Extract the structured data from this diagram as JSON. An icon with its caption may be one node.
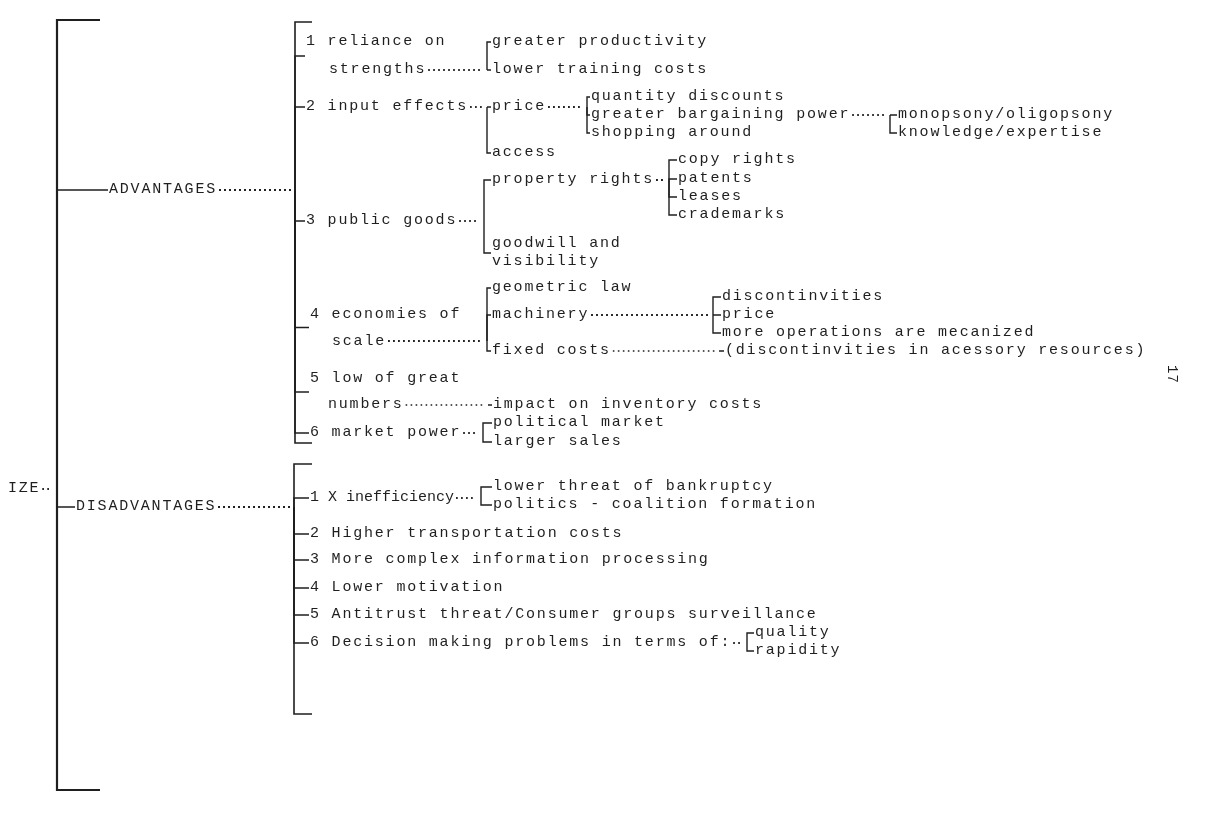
{
  "diagram": {
    "nodes": [
      {
        "text": [
          "IZE"
        ]
      },
      {
        "text": [
          "ADVANTAGES"
        ]
      },
      {
        "text": [
          "1 reliance on strengths"
        ]
      },
      {
        "text": [
          "greater productivity"
        ]
      },
      {
        "text": [
          "lower training costs"
        ]
      },
      {
        "text": [
          "2 input effects"
        ]
      },
      {
        "text": [
          "price"
        ]
      },
      {
        "text": [
          "quantity discounts"
        ]
      },
      {
        "text": [
          "greater bargaining power"
        ]
      },
      {
        "text": [
          "shopping around"
        ]
      },
      {
        "text": [
          "monopsony/oligopsony"
        ]
      },
      {
        "text": [
          "knowledge/expertise"
        ]
      },
      {
        "text": [
          "access"
        ]
      },
      {
        "text": [
          "3 public goods"
        ]
      },
      {
        "text": [
          "property rights"
        ]
      },
      {
        "text": [
          "copy rights"
        ]
      },
      {
        "text": [
          "patents"
        ]
      },
      {
        "text": [
          "leases"
        ]
      },
      {
        "text": [
          "crademarks"
        ]
      },
      {
        "text": [
          "goodwill and visibility"
        ]
      },
      {
        "text": [
          "4 economies of scale"
        ]
      },
      {
        "text": [
          "geometric law"
        ]
      },
      {
        "text": [
          "machinery"
        ]
      },
      {
        "text": [
          "discontinvities"
        ]
      },
      {
        "text": [
          "price"
        ]
      },
      {
        "text": [
          "more operations are mecanized"
        ]
      },
      {
        "text": [
          "fixed costs"
        ]
      },
      {
        "text": [
          "(discontinvities in acessory resources)"
        ]
      },
      {
        "text": [
          "5 low of great numbers"
        ]
      },
      {
        "text": [
          "impact on inventory costs"
        ]
      },
      {
        "text": [
          "6 market power"
        ]
      },
      {
        "text": [
          "political market"
        ]
      },
      {
        "text": [
          "larger sales"
        ]
      },
      {
        "text": [
          "DISADVANTAGES"
        ]
      },
      {
        "text": [
          "1 X inefficiency"
        ]
      },
      {
        "text": [
          "lower threat of bankruptcy"
        ]
      },
      {
        "text": [
          "politics - coalition formation"
        ]
      },
      {
        "text": [
          "2 Higher transportation costs"
        ]
      },
      {
        "text": [
          "3 More complex information processing"
        ]
      },
      {
        "text": [
          "4 Lower motivation"
        ]
      },
      {
        "text": [
          "5 Antitrust threat/Consumer groups surveillance"
        ]
      },
      {
        "text": [
          "6 Decision making problems in terms of:"
        ]
      },
      {
        "text": [
          "quality"
        ]
      },
      {
        "text": [
          "rapidity"
        ]
      }
    ],
    "edges": [
      {
        "from": 0,
        "to": 1,
        "arrow": "none"
      },
      {
        "from": 0,
        "to": 33,
        "arrow": "none"
      },
      {
        "from": 1,
        "to": 2,
        "arrow": "none"
      },
      {
        "from": 1,
        "to": 5,
        "arrow": "none"
      },
      {
        "from": 1,
        "to": 13,
        "arrow": "none"
      },
      {
        "from": 1,
        "to": 20,
        "arrow": "none"
      },
      {
        "from": 1,
        "to": 28,
        "arrow": "none"
      },
      {
        "from": 1,
        "to": 30,
        "arrow": "none"
      },
      {
        "from": 2,
        "to": 3,
        "arrow": "none"
      },
      {
        "from": 2,
        "to": 4,
        "arrow": "none"
      },
      {
        "from": 5,
        "to": 6,
        "arrow": "none"
      },
      {
        "from": 5,
        "to": 12,
        "arrow": "none"
      },
      {
        "from": 6,
        "to": 7,
        "arrow": "none"
      },
      {
        "from": 6,
        "to": 8,
        "arrow": "none"
      },
      {
        "from": 6,
        "to": 9,
        "arrow": "none"
      },
      {
        "from": 8,
        "to": 10,
        "arrow": "none"
      },
      {
        "from": 8,
        "to": 11,
        "arrow": "none"
      },
      {
        "from": 13,
        "to": 14,
        "arrow": "none"
      },
      {
        "from": 13,
        "to": 19,
        "arrow": "none"
      },
      {
        "from": 14,
        "to": 15,
        "arrow": "none"
      },
      {
        "from": 14,
        "to": 16,
        "arrow": "none"
      },
      {
        "from": 14,
        "to": 17,
        "arrow": "none"
      },
      {
        "from": 14,
        "to": 18,
        "arrow": "none"
      },
      {
        "from": 20,
        "to": 21,
        "arrow": "none"
      },
      {
        "from": 20,
        "to": 22,
        "arrow": "none"
      },
      {
        "from": 20,
        "to": 26,
        "arrow": "none"
      },
      {
        "from": 22,
        "to": 23,
        "arrow": "none"
      },
      {
        "from": 22,
        "to": 24,
        "arrow": "none"
      },
      {
        "from": 22,
        "to": 25,
        "arrow": "none"
      },
      {
        "from": 26,
        "to": 27,
        "arrow": "none"
      },
      {
        "from": 28,
        "to": 29,
        "arrow": "none"
      },
      {
        "from": 30,
        "to": 31,
        "arrow": "none"
      },
      {
        "from": 30,
        "to": 32,
        "arrow": "none"
      },
      {
        "from": 33,
        "to": 34,
        "arrow": "none"
      },
      {
        "from": 33,
        "to": 37,
        "arrow": "none"
      },
      {
        "from": 33,
        "to": 38,
        "arrow": "none"
      },
      {
        "from": 33,
        "to": 39,
        "arrow": "none"
      },
      {
        "from": 33,
        "to": 40,
        "arrow": "none"
      },
      {
        "from": 33,
        "to": 41,
        "arrow": "none"
      },
      {
        "from": 34,
        "to": 35,
        "arrow": "none"
      },
      {
        "from": 34,
        "to": 36,
        "arrow": "none"
      },
      {
        "from": 41,
        "to": 42,
        "arrow": "none"
      },
      {
        "from": 41,
        "to": 43,
        "arrow": "none"
      }
    ],
    "labels": [
      "17"
    ]
  }
}
